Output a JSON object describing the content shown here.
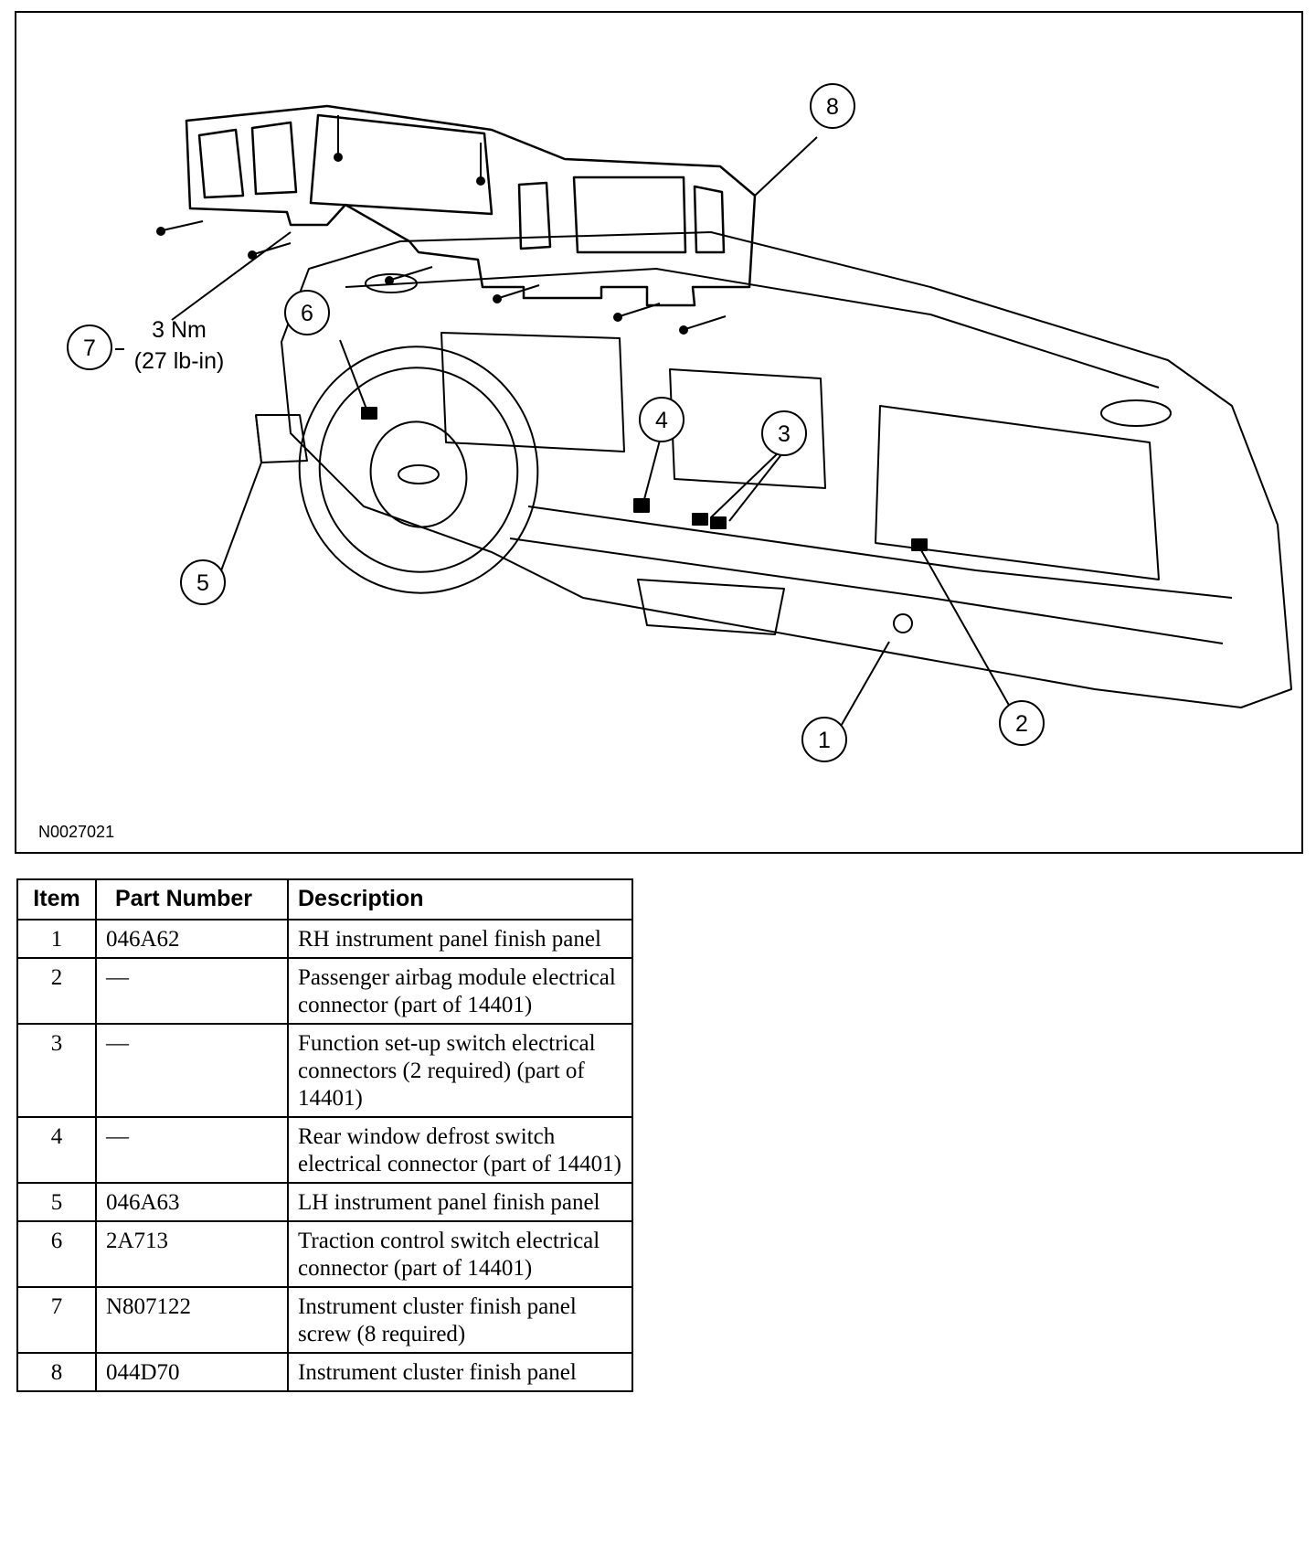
{
  "diagram": {
    "callouts": [
      "1",
      "2",
      "3",
      "4",
      "5",
      "6",
      "7",
      "8"
    ],
    "torque_line1": "3 Nm",
    "torque_line2": "(27 lb-in)",
    "figure_code": "N0027021"
  },
  "table": {
    "headers": [
      "Item",
      "Part Number",
      "Description"
    ],
    "rows": [
      {
        "item": "1",
        "part": "046A62",
        "desc": "RH instrument panel finish panel"
      },
      {
        "item": "2",
        "part": "—",
        "desc": "Passenger airbag module electrical connector (part of 14401)"
      },
      {
        "item": "3",
        "part": "—",
        "desc": "Function set-up switch electrical connectors (2 required) (part of 14401)"
      },
      {
        "item": "4",
        "part": "—",
        "desc": "Rear window defrost switch electrical connector (part of 14401)"
      },
      {
        "item": "5",
        "part": "046A63",
        "desc": "LH instrument panel finish panel"
      },
      {
        "item": "6",
        "part": "2A713",
        "desc": "Traction control switch electrical connector (part of 14401)"
      },
      {
        "item": "7",
        "part": "N807122",
        "desc": "Instrument cluster finish panel screw (8 required)"
      },
      {
        "item": "8",
        "part": "044D70",
        "desc": "Instrument cluster finish panel"
      }
    ]
  }
}
